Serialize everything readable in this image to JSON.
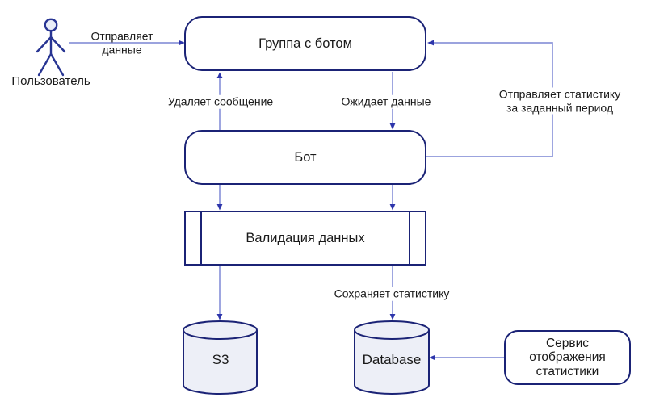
{
  "theme": {
    "node_border": "#1b2376",
    "node_fill": "#ffffff",
    "cylinder_fill": "#edeff7",
    "arrow_line": "#8d96da",
    "arrow_head": "#2d35ab",
    "text_color": "#1a1a1a",
    "background": "#ffffff",
    "actor_color": "#283593",
    "actor_head_fill": "#e9edf8"
  },
  "actor": {
    "label": "Пользователь"
  },
  "nodes": {
    "group": {
      "label": "Группа с ботом"
    },
    "bot": {
      "label": "Бот"
    },
    "validation": {
      "label": "Валидация данных"
    },
    "s3": {
      "label": "S3"
    },
    "database": {
      "label": "Database"
    },
    "service": {
      "line1": "Сервис",
      "line2": "отображения",
      "line3": "статистики"
    }
  },
  "edges": {
    "send_data": {
      "line1": "Отправляет",
      "line2": "данные"
    },
    "delete_message": {
      "label": "Удаляет сообщение"
    },
    "wait_data": {
      "label": "Ожидает данные"
    },
    "send_stats": {
      "line1": "Отправляет статистику",
      "line2": "за заданный период"
    },
    "save_stats": {
      "label": "Сохраняет статистику"
    }
  }
}
